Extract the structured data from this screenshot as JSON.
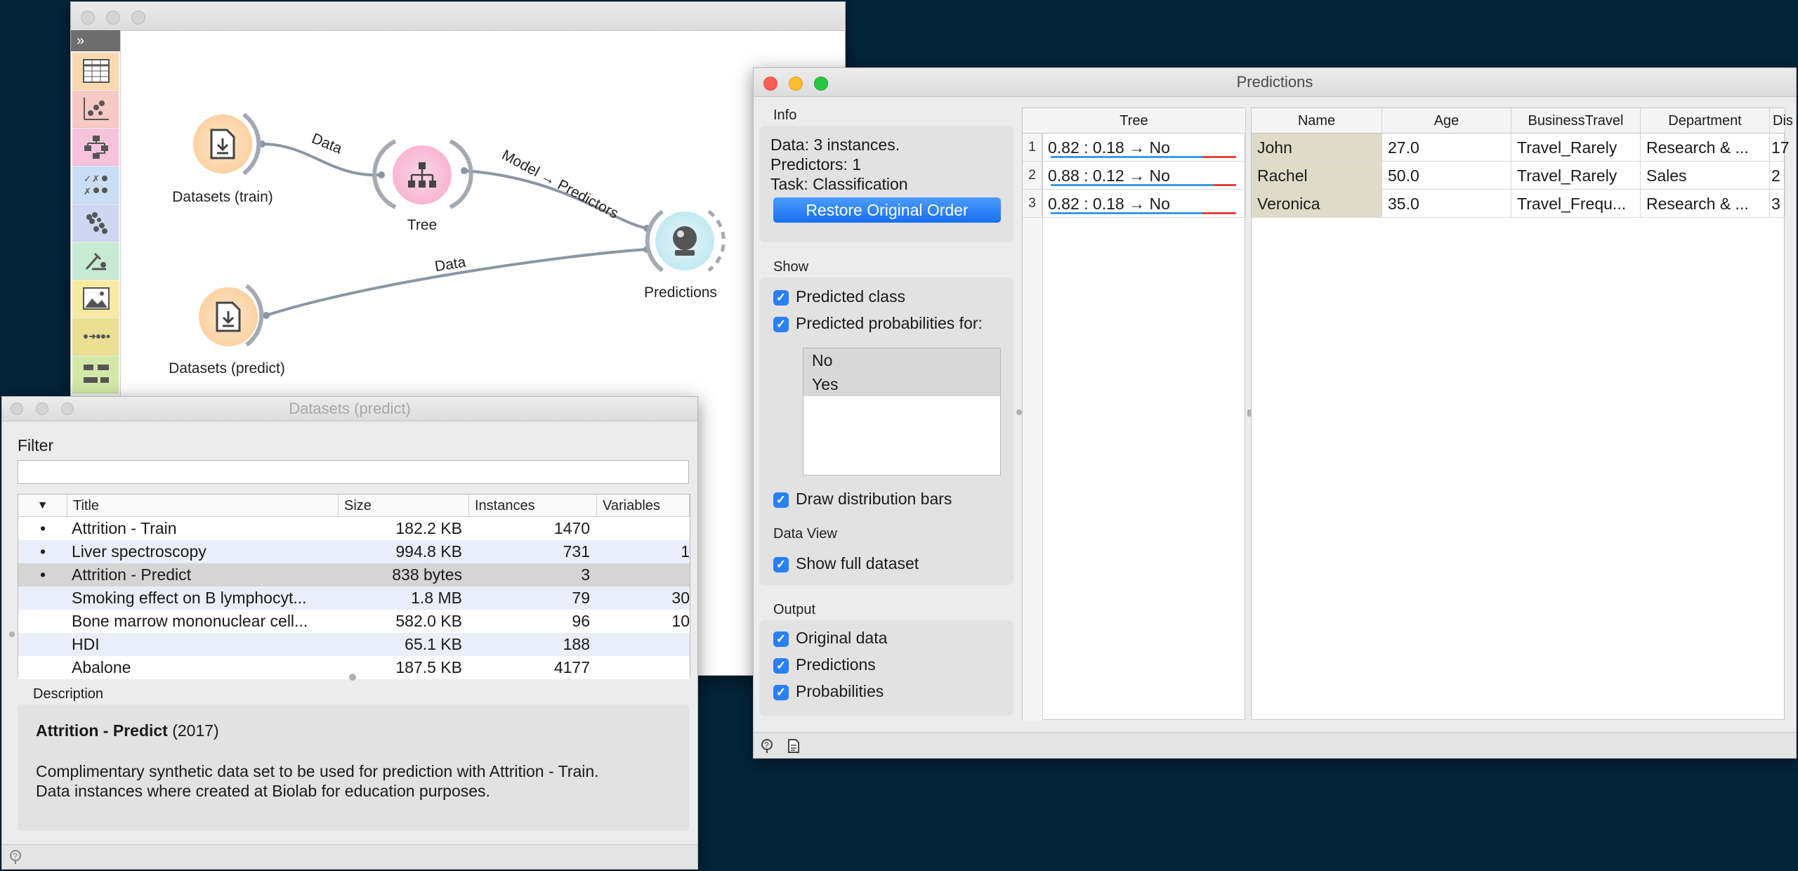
{
  "canvas": {
    "toolbox_expand": "»",
    "nodes": {
      "datasets_train": "Datasets (train)",
      "tree": "Tree",
      "predictions": "Predictions",
      "datasets_predict": "Datasets (predict)"
    },
    "links": {
      "train_to_tree": "Data",
      "tree_to_predictions": "Model → Predictors",
      "predict_to_predictions": "Data"
    },
    "colors": {
      "datasets_node": "#fcd5a8",
      "tree_node": "#f9b8d4",
      "predictions_node": "#c8ecf2",
      "link": "#8a96a4"
    }
  },
  "predictions": {
    "window_title": "Predictions",
    "info": {
      "label": "Info",
      "data": "Data: 3 instances.",
      "predictors": "Predictors: 1",
      "task": "Task: Classification",
      "restore_button": "Restore Original Order"
    },
    "show": {
      "label": "Show",
      "predicted_class": "Predicted class",
      "predicted_probabilities": "Predicted probabilities for:",
      "classes": [
        "No",
        "Yes"
      ],
      "draw_bars": "Draw distribution bars"
    },
    "data_view": {
      "label": "Data View",
      "show_full": "Show full dataset"
    },
    "output": {
      "label": "Output",
      "original_data": "Original data",
      "predictions": "Predictions",
      "probabilities": "Probabilities"
    },
    "tree_table": {
      "header": "Tree",
      "rows": [
        {
          "num": "1",
          "value": "0.82 : 0.18 → No",
          "p_no": 0.82
        },
        {
          "num": "2",
          "value": "0.88 : 0.12 → No",
          "p_no": 0.88
        },
        {
          "num": "3",
          "value": "0.82 : 0.18 → No",
          "p_no": 0.82
        }
      ]
    },
    "data_table": {
      "headers": [
        "Name",
        "Age",
        "BusinessTravel",
        "Department",
        "Dis"
      ],
      "rows": [
        [
          "John",
          "27.0",
          "Travel_Rarely",
          "Research & ...",
          "17"
        ],
        [
          "Rachel",
          "50.0",
          "Travel_Rarely",
          "Sales",
          "2"
        ],
        [
          "Veronica",
          "35.0",
          "Travel_Frequ...",
          "Research & ...",
          "3"
        ]
      ]
    },
    "status": {
      "help_icon": "?",
      "report_icon": "report"
    }
  },
  "datasets": {
    "window_title": "Datasets (predict)",
    "filter_label": "Filter",
    "filter_value": "",
    "headers": {
      "sort": "▼",
      "title": "Title",
      "size": "Size",
      "instances": "Instances",
      "variables": "Variables"
    },
    "rows": [
      {
        "local": "•",
        "title": "Attrition - Train",
        "size": "182.2 KB",
        "instances": "1470",
        "variables": ""
      },
      {
        "local": "•",
        "title": "Liver spectroscopy",
        "size": "994.8 KB",
        "instances": "731",
        "variables": "1"
      },
      {
        "local": "•",
        "title": "Attrition - Predict",
        "size": "838 bytes",
        "instances": "3",
        "variables": ""
      },
      {
        "local": "",
        "title": "Smoking effect on B lymphocyt...",
        "size": "1.8 MB",
        "instances": "79",
        "variables": "30"
      },
      {
        "local": "",
        "title": "Bone marrow mononuclear cell...",
        "size": "582.0 KB",
        "instances": "96",
        "variables": "10"
      },
      {
        "local": "",
        "title": "HDI",
        "size": "65.1 KB",
        "instances": "188",
        "variables": ""
      },
      {
        "local": "",
        "title": "Abalone",
        "size": "187.5 KB",
        "instances": "4177",
        "variables": ""
      }
    ],
    "description": {
      "label": "Description",
      "title": "Attrition - Predict",
      "year": " (2017)",
      "text_line1": "Complimentary synthetic data set to be used for prediction with Attrition - Train.",
      "text_line2": "Data instances where created at Biolab for education purposes."
    }
  }
}
